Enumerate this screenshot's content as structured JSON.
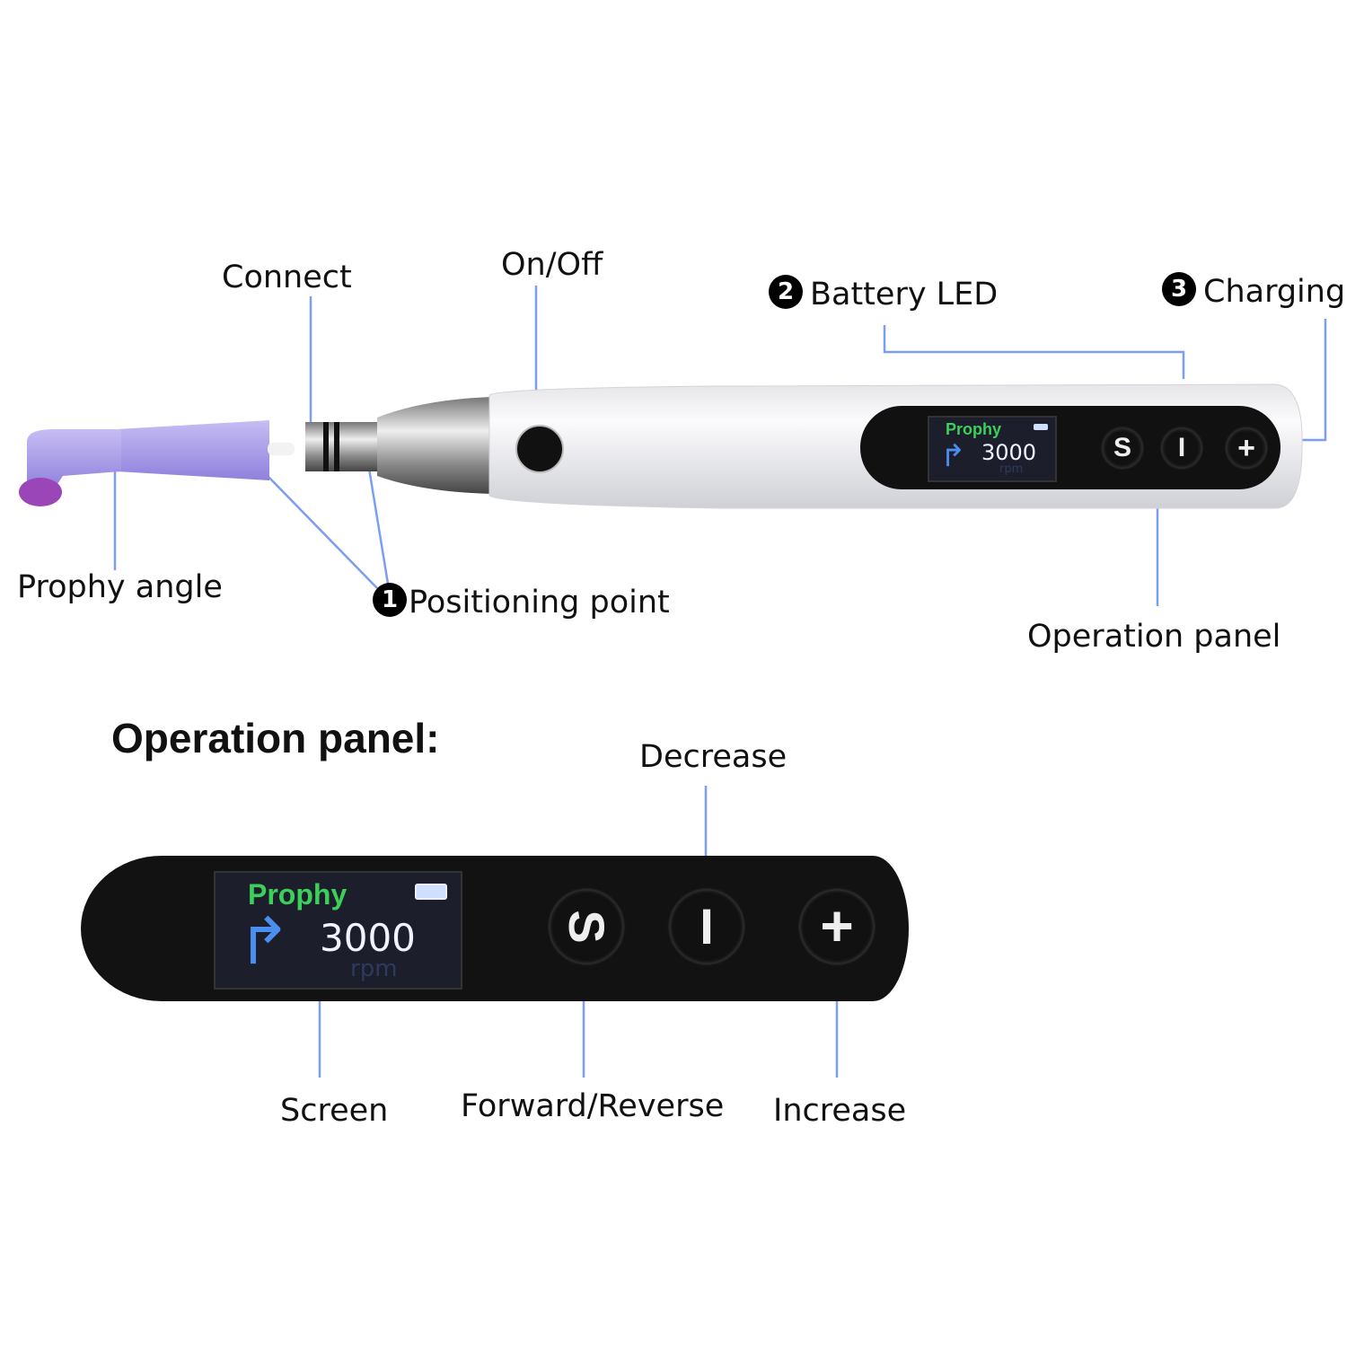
{
  "labels": {
    "connect": "Connect",
    "on_off": "On/Off",
    "battery_led": "Battery LED",
    "battery_led_num": "2",
    "charging": "Charging",
    "charging_num": "3",
    "prophy_angle": "Prophy angle",
    "positioning_point": "Positioning point",
    "positioning_point_num": "1",
    "operation_panel": "Operation panel"
  },
  "panel_section": {
    "heading": "Operation panel:",
    "decrease": "Decrease",
    "screen": "Screen",
    "forward_reverse": "Forward/Reverse",
    "increase": "Increase"
  },
  "device_screen": {
    "mode": "Prophy",
    "speed": "3000",
    "unit": "rpm"
  },
  "buttons": {
    "s": "S",
    "minus": "I",
    "plus": "+"
  },
  "colors": {
    "leader_line": "#7b9ef2",
    "mode_text": "#3ccf5a",
    "direction_arrow": "#4a8ff0",
    "prophy_angle": "#a99be8"
  }
}
